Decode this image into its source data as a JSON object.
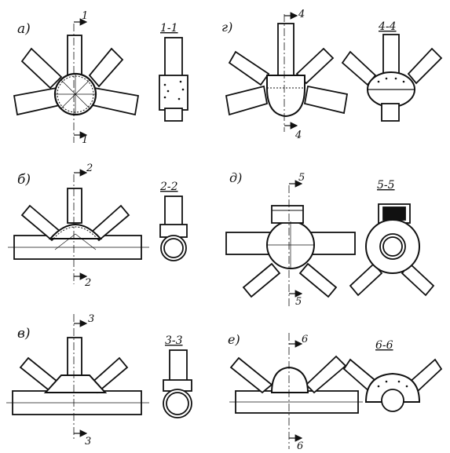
{
  "colors": {
    "ink": "#111111",
    "paper": "#ffffff",
    "weld": "#222222"
  },
  "variants": [
    {
      "letter": "а)",
      "section": "1",
      "section_label": "1-1"
    },
    {
      "letter": "г)",
      "section": "4",
      "section_label": "4-4"
    },
    {
      "letter": "б)",
      "section": "2",
      "section_label": "2-2"
    },
    {
      "letter": "д)",
      "section": "5",
      "section_label": "5-5"
    },
    {
      "letter": "в)",
      "section": "3",
      "section_label": "3-3"
    },
    {
      "letter": "е)",
      "section": "6",
      "section_label": "6-6"
    }
  ]
}
